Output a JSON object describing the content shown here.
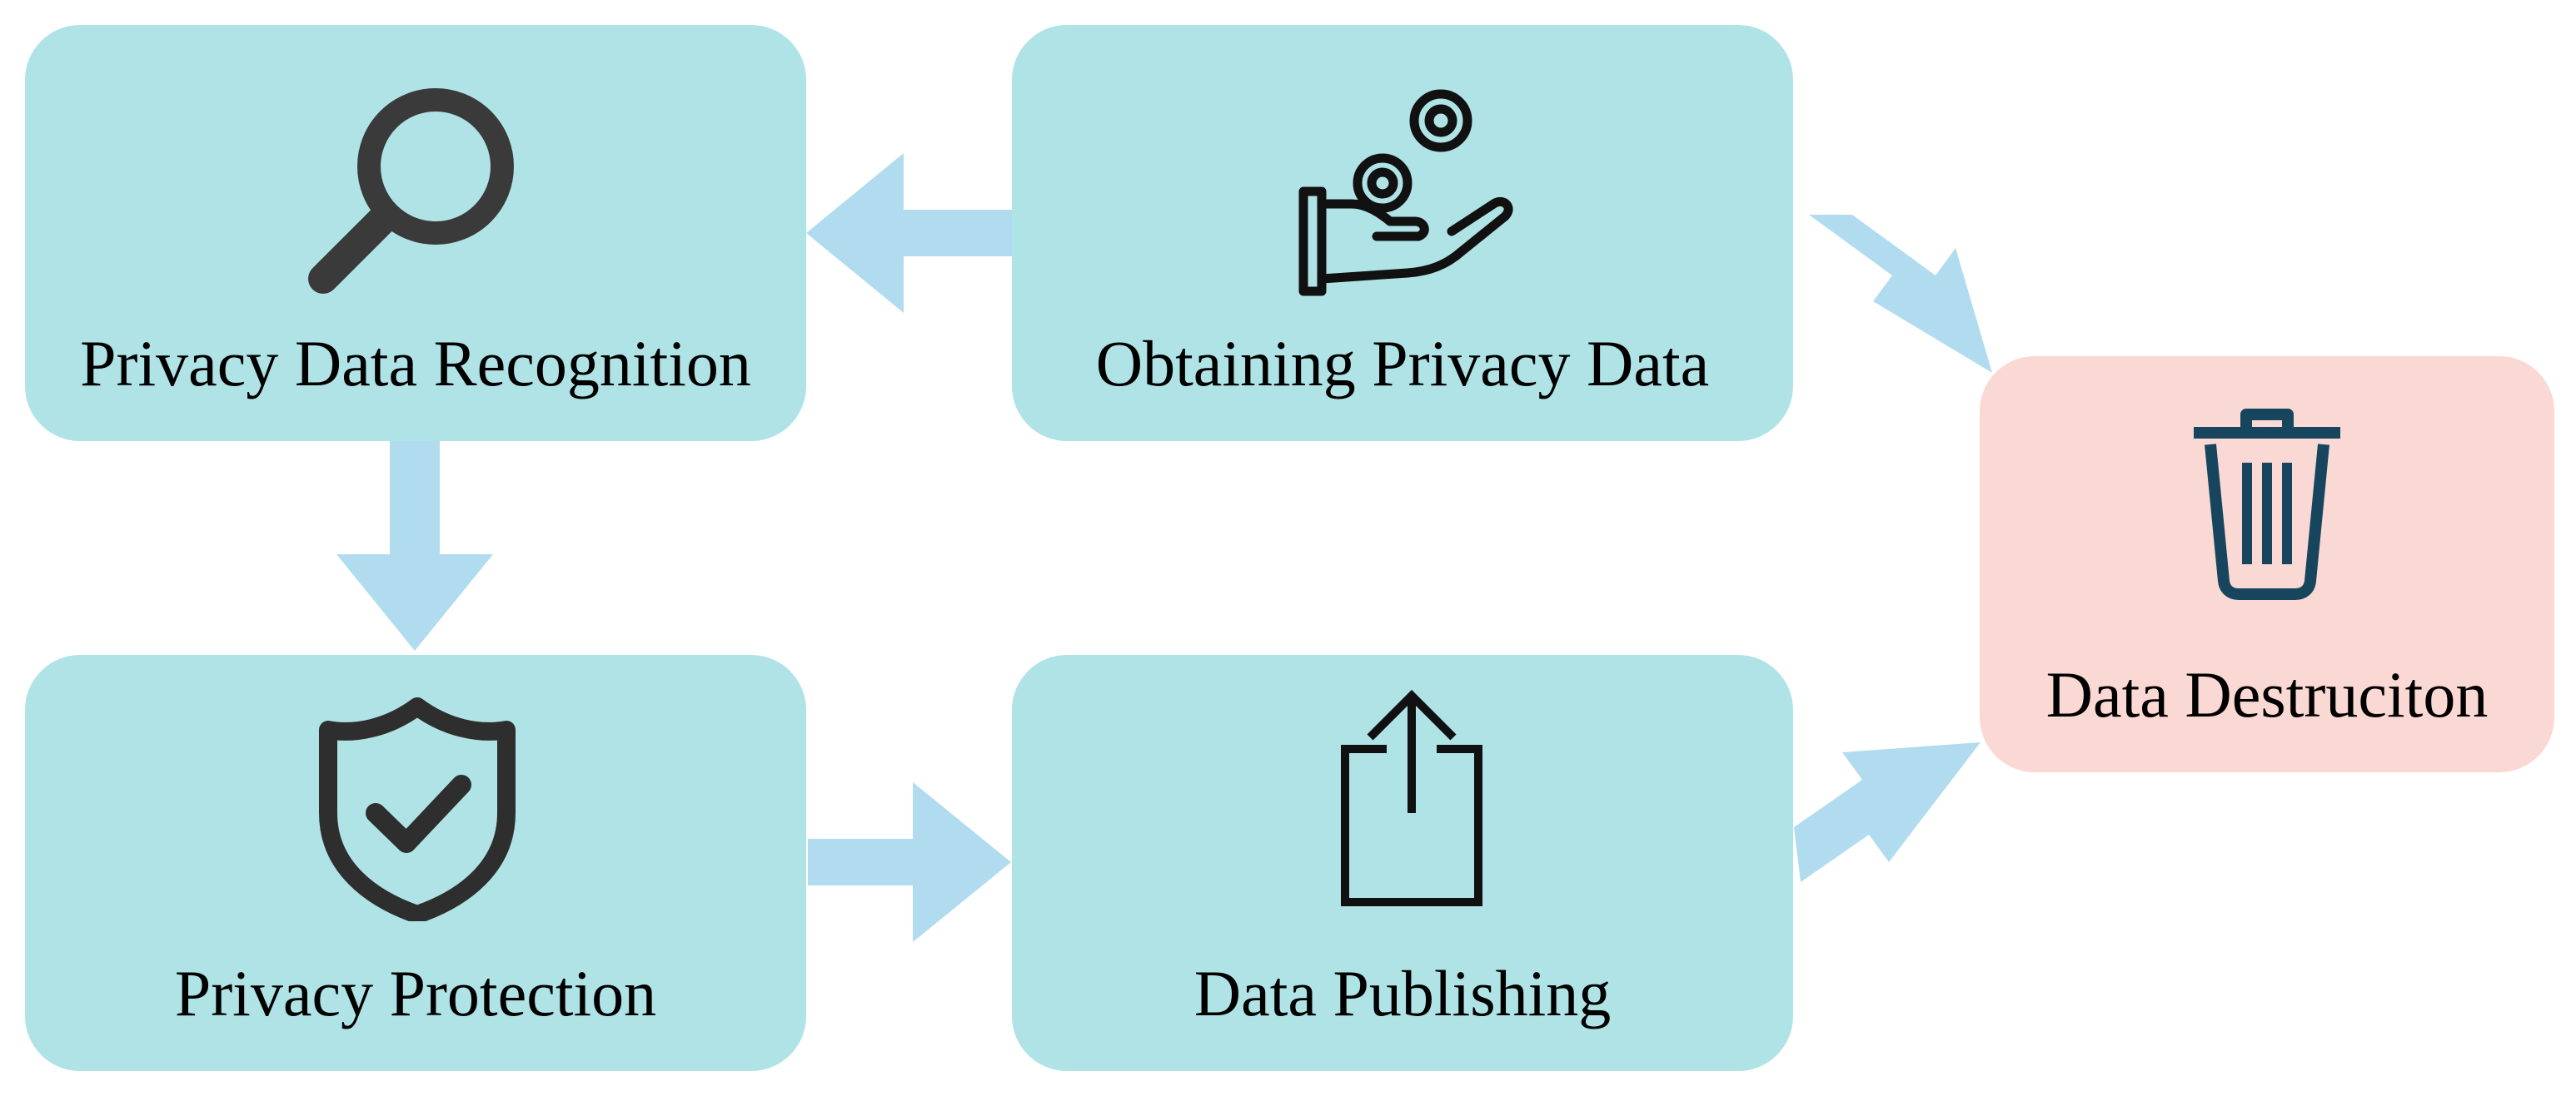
{
  "diagram": {
    "colors": {
      "step_fill": "#b0e3e6",
      "final_fill": "#fad9d5",
      "arrow": "#b1dcef",
      "icon_dark": "#333333",
      "icon_trash": "#17455e"
    },
    "nodes": {
      "recognition": {
        "label": "Privacy Data Recognition",
        "icon": "magnifier-icon"
      },
      "obtaining": {
        "label": "Obtaining Privacy Data",
        "icon": "hand-coins-icon"
      },
      "protection": {
        "label": "Privacy Protection",
        "icon": "shield-check-icon"
      },
      "publishing": {
        "label": "Data Publishing",
        "icon": "share-upload-icon"
      },
      "destruction": {
        "label": "Data Destruciton",
        "icon": "trash-icon"
      }
    },
    "edges": [
      {
        "from": "Obtaining Privacy Data",
        "to": "Privacy Data Recognition"
      },
      {
        "from": "Privacy Data Recognition",
        "to": "Privacy Protection"
      },
      {
        "from": "Privacy Protection",
        "to": "Data Publishing"
      },
      {
        "from": "Obtaining Privacy Data",
        "to": "Data Destruciton"
      },
      {
        "from": "Data Publishing",
        "to": "Data Destruciton"
      }
    ]
  }
}
